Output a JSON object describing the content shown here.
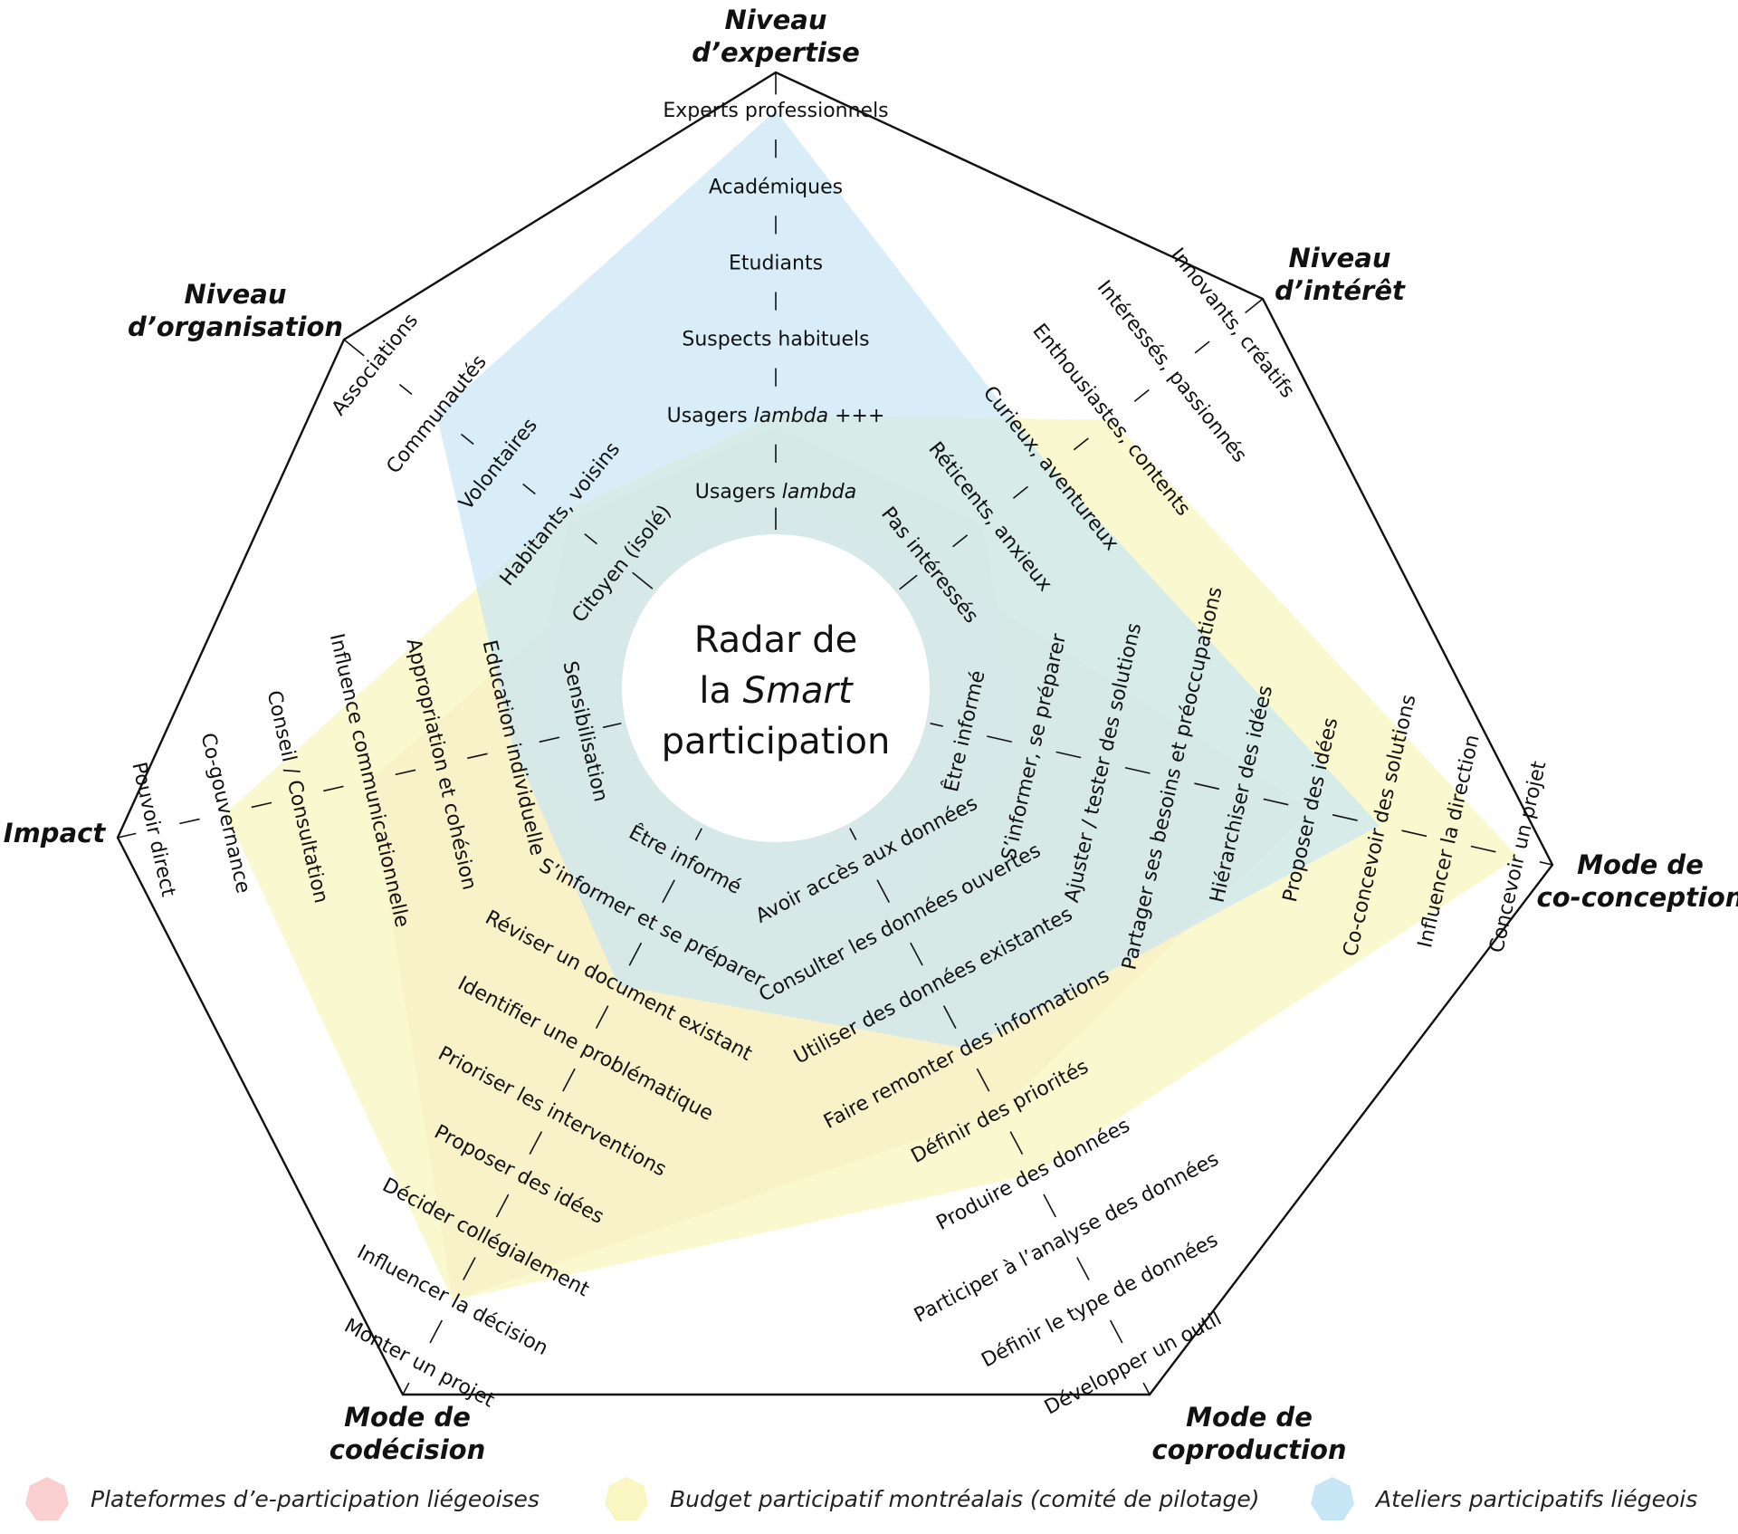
{
  "center_title": {
    "line1": "Radar de",
    "line2_prefix": "la ",
    "line2_italic": "Smart",
    "line3": "participation"
  },
  "axes": [
    {
      "id": "expertise",
      "title": [
        "Niveau",
        "d’expertise"
      ],
      "levels": [
        {
          "text": "Usagers ",
          "italic": "lambda"
        },
        {
          "text": "Usagers ",
          "italic": "lambda",
          "suffix": " +++"
        },
        {
          "text": "Suspects habituels"
        },
        {
          "text": "Etudiants"
        },
        {
          "text": "Académiques"
        },
        {
          "text": "Experts professionnels"
        }
      ]
    },
    {
      "id": "interet",
      "title": [
        "Niveau",
        "d’intérêt"
      ],
      "levels": [
        {
          "text": "Pas intéressés"
        },
        {
          "text": "Réticents, anxieux"
        },
        {
          "text": "Curieux, aventureux"
        },
        {
          "text": "Enthousiastes, contents"
        },
        {
          "text": "Intéressés, passionnés"
        },
        {
          "text": "Innovants, créatifs"
        }
      ]
    },
    {
      "id": "coconception",
      "title": [
        "Mode de",
        "co-conception"
      ],
      "levels": [
        {
          "text": "Être informé"
        },
        {
          "text": "S’informer, se préparer"
        },
        {
          "text": "Ajuster / tester des solutions"
        },
        {
          "text": "Partager ses besoins et préoccupations"
        },
        {
          "text": "Hiérarchiser des idées"
        },
        {
          "text": "Proposer des idées"
        },
        {
          "text": "Co-concevoir des solutions"
        },
        {
          "text": "Influencer la direction"
        },
        {
          "text": "Concevoir un projet"
        }
      ]
    },
    {
      "id": "coproduction",
      "title": [
        "Mode de",
        "coproduction"
      ],
      "levels": [
        {
          "text": "Avoir accès aux données"
        },
        {
          "text": "Consulter les données ouvertes"
        },
        {
          "text": "Utiliser des données existantes"
        },
        {
          "text": "Faire remonter des informations"
        },
        {
          "text": "Définir des priorités"
        },
        {
          "text": "Produire des données"
        },
        {
          "text": "Participer à l’analyse des données"
        },
        {
          "text": "Définir le type de données"
        },
        {
          "text": "Développer un outil"
        }
      ]
    },
    {
      "id": "codecision",
      "title": [
        "Mode de",
        "codécision"
      ],
      "levels": [
        {
          "text": "Être informé"
        },
        {
          "text": "S’informer et se préparer"
        },
        {
          "text": "Réviser un document existant"
        },
        {
          "text": "Identifier une problématique"
        },
        {
          "text": "Prioriser les interventions"
        },
        {
          "text": "Proposer des idées"
        },
        {
          "text": "Décider collégialement"
        },
        {
          "text": "Influencer la décision"
        },
        {
          "text": "Monter un projet"
        }
      ]
    },
    {
      "id": "impact",
      "title": [
        "Impact"
      ],
      "levels": [
        {
          "text": "Sensibilisation"
        },
        {
          "text": "Education individuelle"
        },
        {
          "text": "Appropriation et cohésion"
        },
        {
          "text": "Influence communicationnelle"
        },
        {
          "text": "Conseil / Consultation"
        },
        {
          "text": "Co-gouvernance"
        },
        {
          "text": "Pouvoir direct"
        }
      ]
    },
    {
      "id": "organisation",
      "title": [
        "Niveau",
        "d’organisation"
      ],
      "levels": [
        {
          "text": "Citoyen (isolé)"
        },
        {
          "text": "Habitants, voisins"
        },
        {
          "text": "Volontaires"
        },
        {
          "text": "Communautés"
        },
        {
          "text": "Associations"
        }
      ]
    }
  ],
  "series": [
    {
      "name": "Plateformes d’e-participation liégeoises",
      "color": "#f9cfcf",
      "fill_opacity": 0.75,
      "levels": [
        1,
        1,
        6,
        5,
        8,
        4,
        1
      ]
    },
    {
      "name": "Budget participatif  montréalais (comité de pilotage)",
      "color": "#f9f6c2",
      "fill_opacity": 0.8,
      "levels": [
        2,
        4,
        9,
        6,
        8,
        6,
        2
      ]
    },
    {
      "name": "Ateliers participatifs liégeois",
      "color": "#c7e6f5",
      "fill_opacity": 0.7,
      "levels": [
        6,
        3,
        7,
        4,
        3,
        2,
        4
      ]
    }
  ],
  "base_area_color": "#dedadc",
  "legend": [
    {
      "label": "Plateformes d’e-participation liégeoises",
      "color": "#f9cfcf"
    },
    {
      "label": "Budget participatif  montréalais (comité de pilotage)",
      "color": "#f9f6c2"
    },
    {
      "label": "Ateliers participatifs liégeois",
      "color": "#c7e6f5"
    }
  ]
}
